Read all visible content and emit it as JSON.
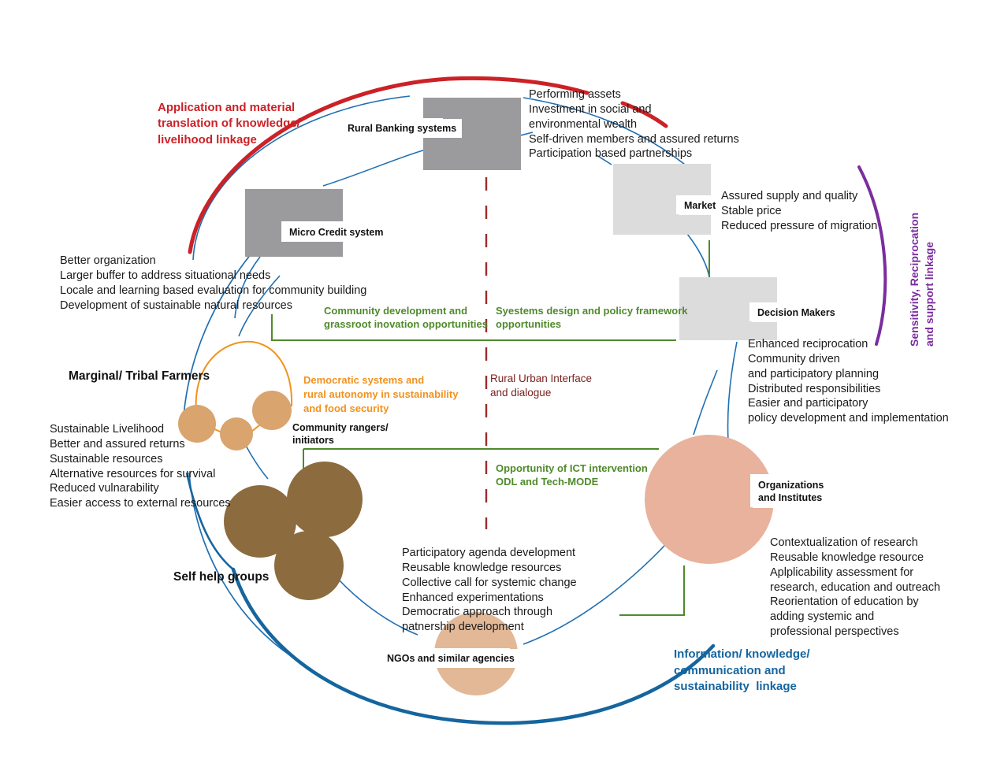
{
  "diagram": {
    "title": "Rural livelihood systems linkage diagram",
    "colors": {
      "red": "#cc2127",
      "blue": "#15659e",
      "green": "#4f8a2b",
      "orange": "#f2921d",
      "purple": "#7b2d9e",
      "maroon": "#9c2b2b",
      "gray_dark": "#9b9b9e",
      "gray_light": "#dcdcdc",
      "tan": "#d9a46e",
      "brown": "#8c6c3f",
      "salmon": "#e8b29c"
    }
  },
  "nodes": {
    "rural_banking": "Rural Banking systems",
    "micro_credit": "Micro Credit system",
    "market": "Market",
    "decision_makers": "Decision Makers",
    "organizations": "Organizations\nand Institutes",
    "ngos": "NGOs and similar agencies",
    "community_rangers": "Community rangers/\ninitiators",
    "marginal_farmers": "Marginal/ Tribal Farmers",
    "self_help_groups": "Self help groups"
  },
  "linkages": {
    "application_material": "Application and material\ntranslation of knowledge/\nlivelihood linkage",
    "sensitivity_reciprocation": "Sensitivity, Reciprocation\nand support linkage",
    "information_knowledge": "Information/ knowledge/\ncommunication and\nsustainability  linkage"
  },
  "opportunities": {
    "community_development": "Community development and\ngrassroot inovation opportunities",
    "systems_design": "Syestems design and policy framework\nopportunities",
    "ict_intervention": "Opportunity of ICT intervention\nODL and Tech-MODE",
    "democratic_systems": "Democratic systems and\nrural autonomy in sustainability\nand food security",
    "rural_urban_interface": "Rural Urban Interface\nand dialogue"
  },
  "outcomes": {
    "rural_banking_list": "Performing assets\nInvestment in social and\nenvironmental wealth\nSelf-driven members and assured returns\nParticipation based partnerships",
    "market_list": "Assured supply and quality\nStable price\nReduced pressure of migration",
    "micro_credit_list": "Better organization\nLarger buffer to address situational needs\nLocale and learning based evaluation for community building\nDevelopment of sustainable natural resources",
    "decision_makers_list": "Enhanced reciprocation\nCommunity driven\nand participatory planning\nDistributed responsibilities\nEasier and participatory\npolicy development and implementation",
    "self_help_list": "Sustainable Livelihood\nBetter and assured returns\nSustainable resources\nAlternative resources for survival\nReduced vulnarability\nEasier access to external resources",
    "ngo_list": "Participatory agenda development\nReusable knowledge resources\nCollective call for systemic change\nEnhanced experimentations\nDemocratic approach through\npatnership development",
    "organizations_list": "Contextualization of research\nReusable knowledge resource\nAplplicability assessment for\nresearch, education and outreach\nReorientation of education by\nadding systemic and\nprofessional perspectives"
  }
}
